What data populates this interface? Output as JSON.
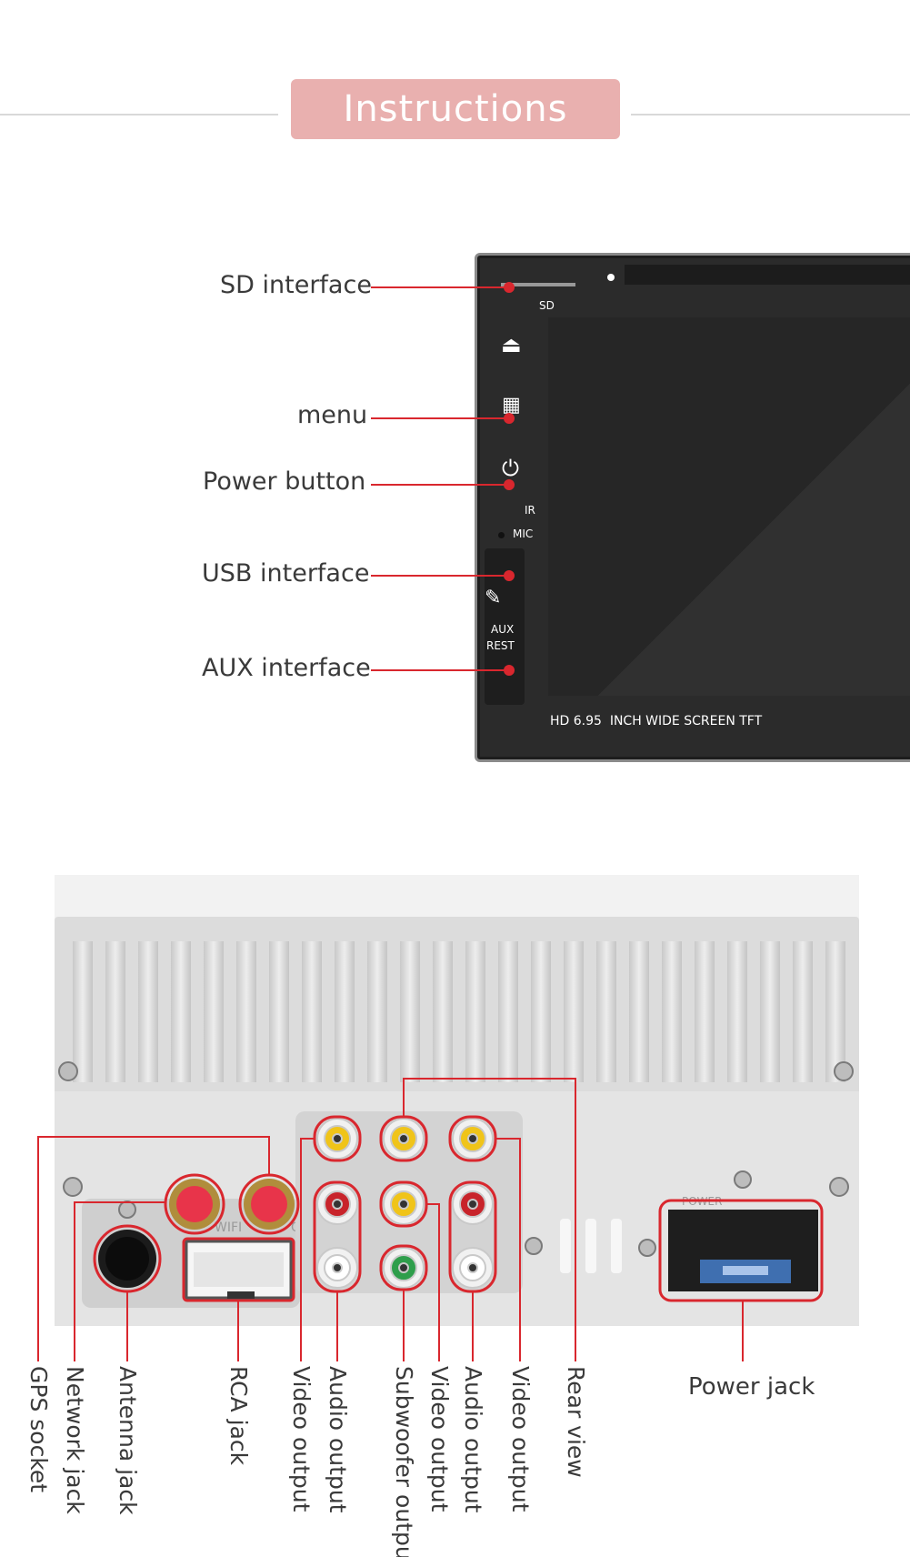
{
  "header": {
    "title": "Instructions"
  },
  "front_panel": {
    "labels": {
      "sd_interface": "SD interface",
      "menu": "menu",
      "power_button": "Power button",
      "usb_interface": "USB interface",
      "aux_interface": "AUX interface"
    },
    "panel_text": {
      "sd": "SD",
      "ir": "IR",
      "mic": "MIC",
      "aux": "AUX",
      "rest": "REST",
      "screen_caption": "HD 6.95  INCH WIDE SCREEN TFT"
    }
  },
  "rear_panel": {
    "printed": {
      "wifi": "WIFI",
      "gps": "GPS",
      "power": "POWER"
    },
    "labels": {
      "gps_socket": "GPS socket",
      "network_jack": "Network jack",
      "antenna_jack": "Antenna jack",
      "rca_jack": "RCA jack",
      "video_output_1": "Video output",
      "audio_output_1": "Audio output",
      "subwoofer_output": "Subwoofer output",
      "video_output_2": "Video output",
      "audio_output_2": "Audio output",
      "video_output_3": "Video output",
      "rear_view": "Rear view",
      "power_jack": "Power jack"
    }
  },
  "colors": {
    "accent_red": "#d9272e",
    "pill": "#e9b0af",
    "panel_dark": "#2b2b2b"
  }
}
